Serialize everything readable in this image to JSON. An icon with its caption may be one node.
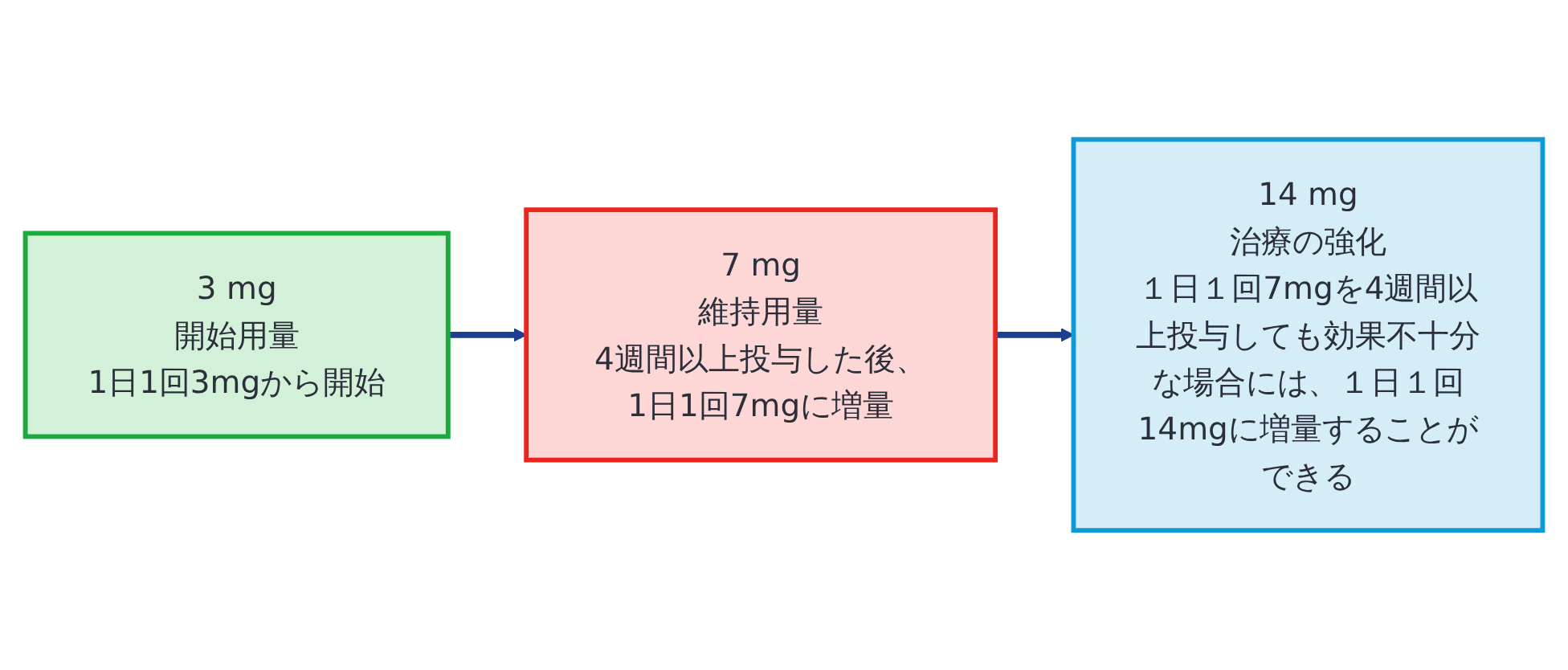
{
  "diagram": {
    "nodes": [
      {
        "text": [
          "3 mg",
          "開始用量",
          "1日1回3mgから開始"
        ]
      },
      {
        "text": [
          "7 mg",
          "維持用量",
          "4週間以上投与した後、1日1回7mgに増量"
        ]
      },
      {
        "text": [
          "14 mg",
          "治療の強化",
          "１日１回7mgを4週間以上投与しても効果不十分な場合には、１日１回14mgに増量することができる"
        ]
      }
    ],
    "edges": [
      {
        "from": 0,
        "to": 1,
        "arrow": "to"
      },
      {
        "from": 1,
        "to": 2,
        "arrow": "to"
      }
    ]
  }
}
